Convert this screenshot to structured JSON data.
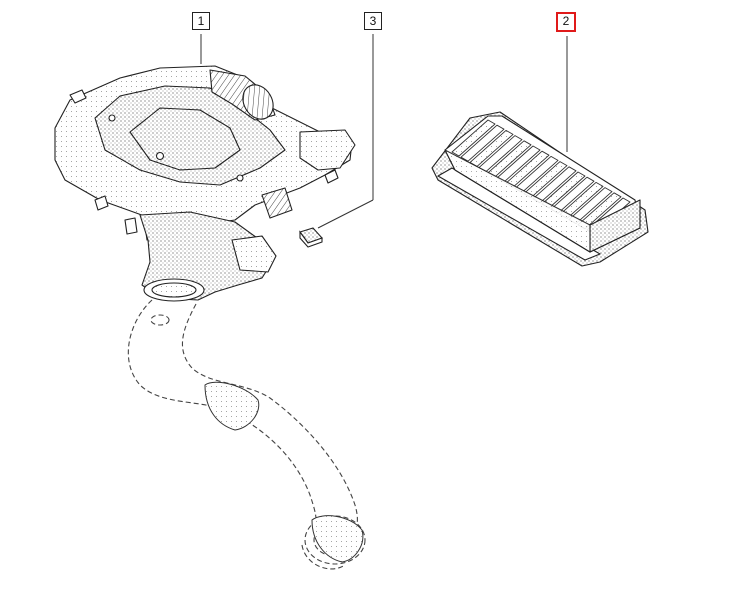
{
  "callouts": [
    {
      "label": "1",
      "highlighted": false
    },
    {
      "label": "2",
      "highlighted": true
    },
    {
      "label": "3",
      "highlighted": false
    }
  ],
  "colors": {
    "line": "#333333",
    "highlight": "#e01a1a",
    "background": "#ffffff"
  }
}
